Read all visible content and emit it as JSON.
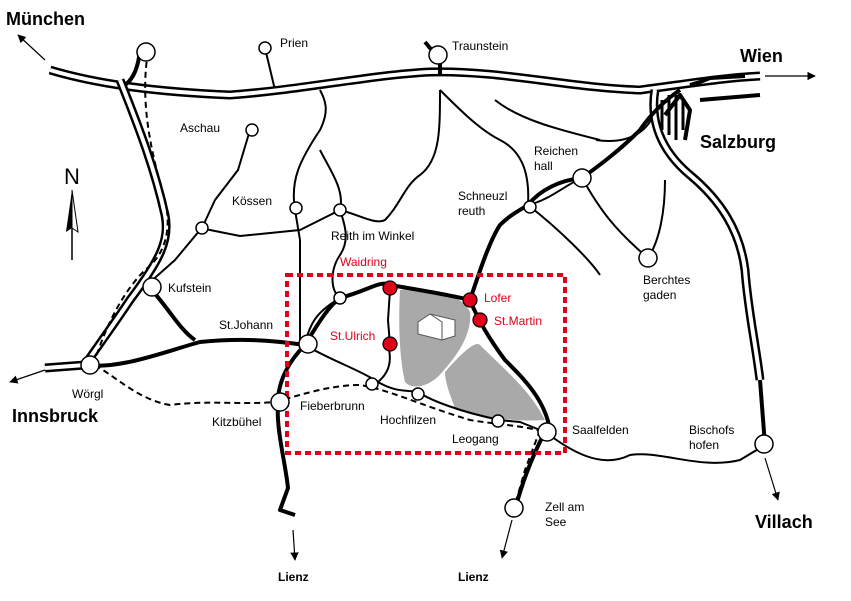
{
  "map": {
    "highlight_color": "#e0001a",
    "area_color": "#a9a9a9",
    "compass": {
      "label": "N"
    },
    "major_cities": {
      "muenchen": "München",
      "wien": "Wien",
      "salzburg": "Salzburg",
      "innsbruck": "Innsbruck",
      "villach": "Villach"
    },
    "exits": {
      "lienz_west": "Lienz",
      "lienz_east": "Lienz"
    },
    "towns": {
      "prien": "Prien",
      "traunstein": "Traunstein",
      "aschau": "Aschau",
      "reichenhall": [
        "Reichen",
        "hall"
      ],
      "koessen": "Kössen",
      "schneizlreuth": [
        "Schneuzl",
        "reuth"
      ],
      "reith_im_winkel": "Reith im Winkel",
      "berchtesgaden": [
        "Berchtes",
        "gaden"
      ],
      "kufstein": "Kufstein",
      "st_johann": "St.Johann",
      "woergl": "Wörgl",
      "fieberbrunn": "Fieberbrunn",
      "kitzbuehel": "Kitzbühel",
      "hochfilzen": "Hochfilzen",
      "leogang": "Leogang",
      "saalfelden": "Saalfelden",
      "bischofshofen": [
        "Bischofs",
        "hofen"
      ],
      "zell_am_see": [
        "Zell am",
        "See"
      ]
    },
    "highlighted_towns": {
      "waidring": "Waidring",
      "lofer": "Lofer",
      "st_martin": "St.Martin",
      "st_ulrich": "St.Ulrich"
    }
  }
}
